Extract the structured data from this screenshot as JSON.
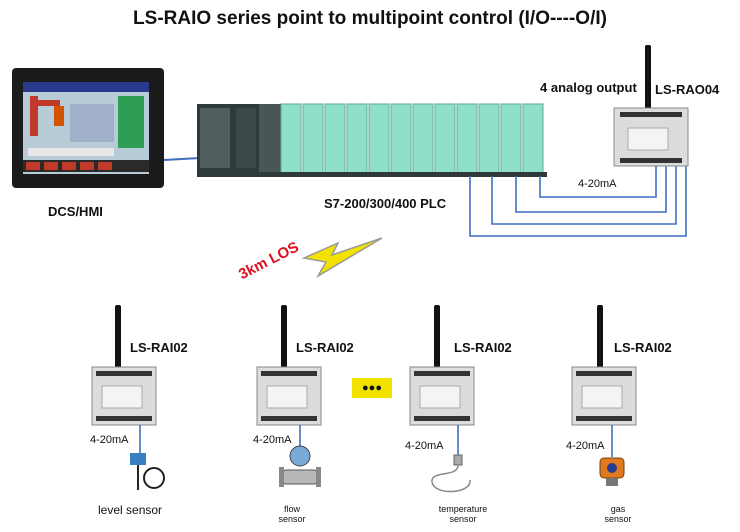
{
  "title": "LS-RAIO series point to multipoint control  (I/O----O/I)",
  "hmi": {
    "label": "DCS/HMI"
  },
  "plc": {
    "label": "S7-200/300/400 PLC"
  },
  "output": {
    "caption": "4 analog output",
    "model": "LS-RAO04",
    "signal": "4-20mA"
  },
  "link": {
    "label": "3km LOS"
  },
  "ellipsis": "●●●",
  "nodes": [
    {
      "model": "LS-RAI02",
      "signal": "4-20mA",
      "sensor_line1": "level sensor",
      "sensor_line2": ""
    },
    {
      "model": "LS-RAI02",
      "signal": "4-20mA",
      "sensor_line1": "flow",
      "sensor_line2": "sensor"
    },
    {
      "model": "LS-RAI02",
      "signal": "4-20mA",
      "sensor_line1": "temperature",
      "sensor_line2": "sensor"
    },
    {
      "model": "LS-RAI02",
      "signal": "4-20mA",
      "sensor_line1": "gas",
      "sensor_line2": "sensor"
    }
  ],
  "colors": {
    "wire": "#3f6fc2",
    "bolt": "#f2e200",
    "plc_module": "#8fe0c8",
    "los_text": "#e0101e"
  },
  "icons": [
    "antenna-icon",
    "lightning-bolt-icon",
    "level-sensor-icon",
    "flow-sensor-icon",
    "temperature-sensor-icon",
    "gas-sensor-icon"
  ]
}
